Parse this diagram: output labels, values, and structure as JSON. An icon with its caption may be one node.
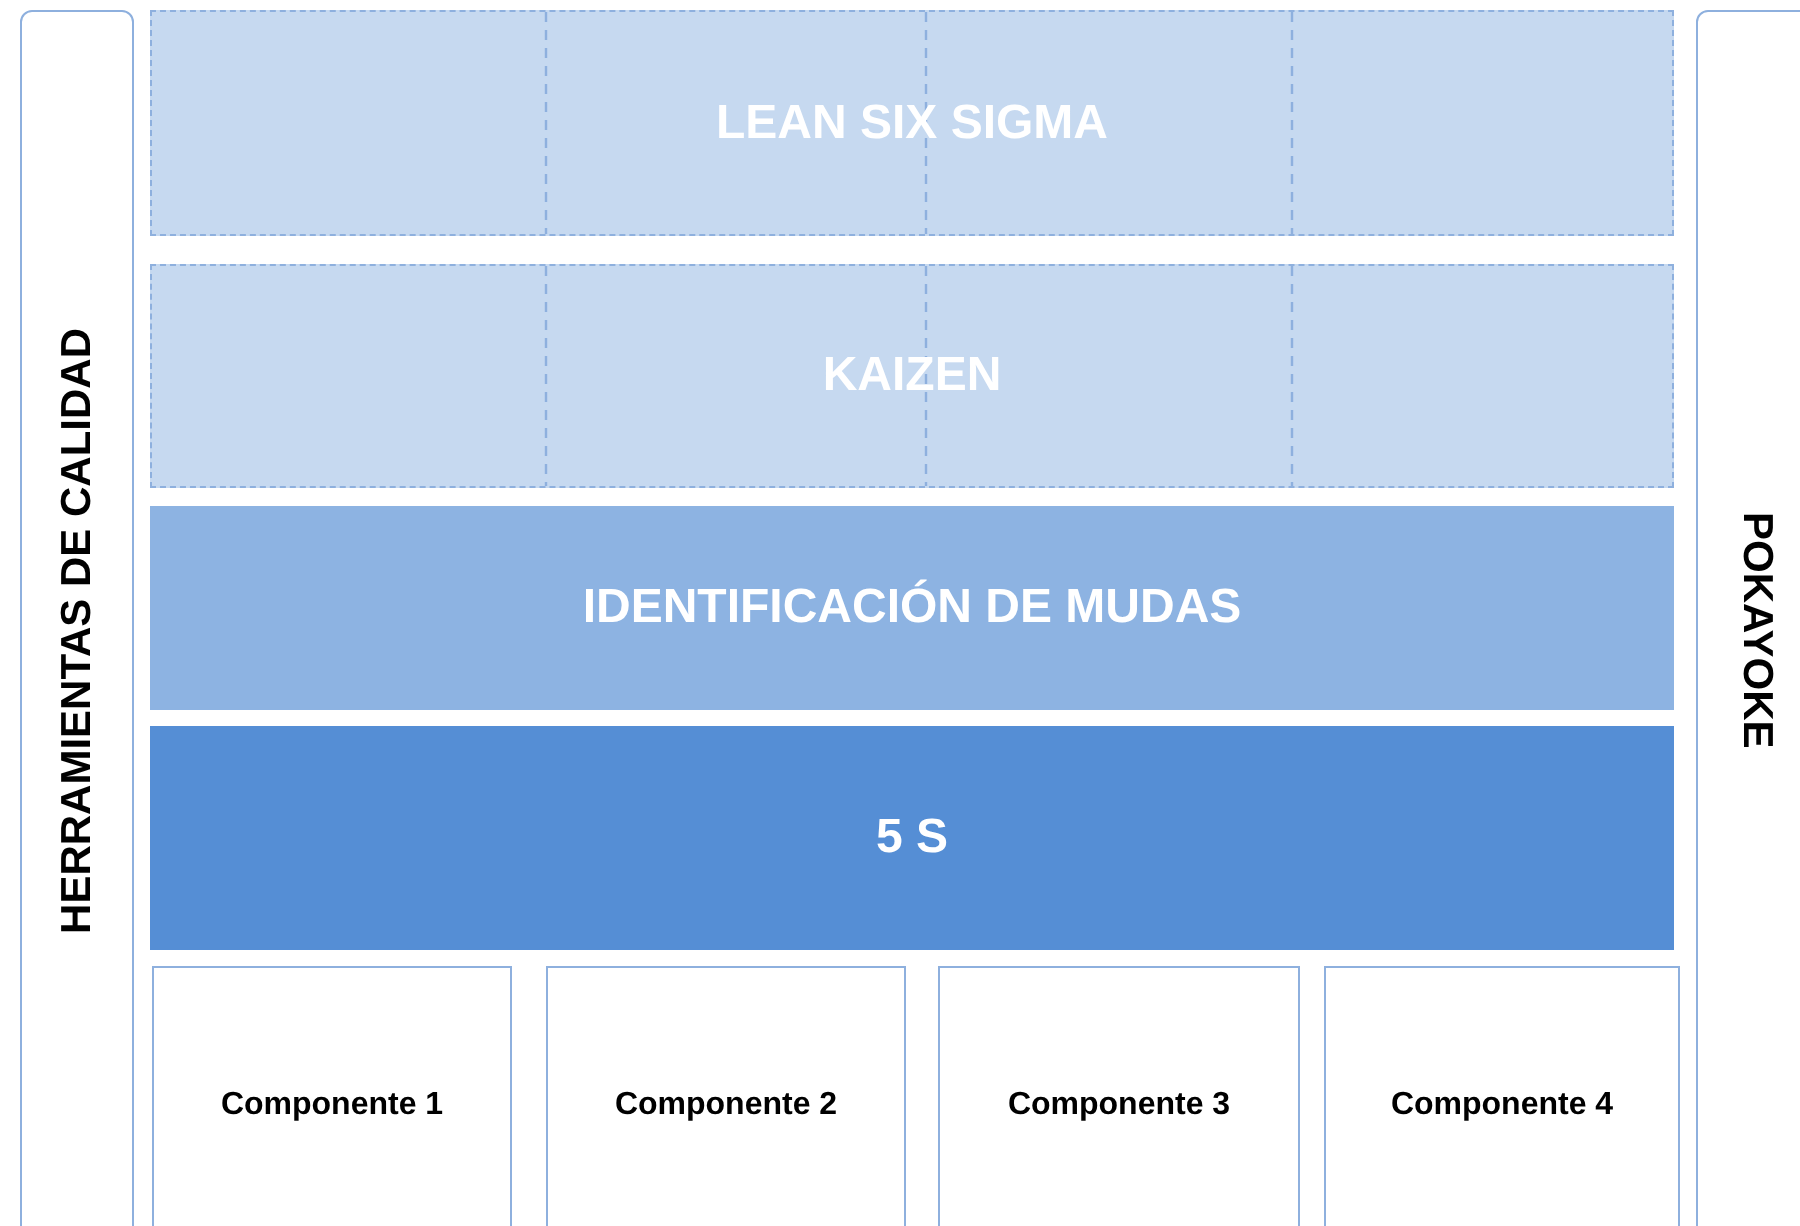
{
  "diagram": {
    "nodes": [
      {
        "text": [
          "HERRAMIENTAS DE CALIDAD"
        ]
      },
      {
        "text": [
          "LEAN SIX SIGMA"
        ]
      },
      {
        "text": [
          "KAIZEN"
        ]
      },
      {
        "text": [
          "IDENTIFICACIÓN DE MUDAS"
        ]
      },
      {
        "text": [
          "5 S"
        ]
      },
      {
        "text": [
          "Componente 1"
        ]
      },
      {
        "text": [
          "Componente 2"
        ]
      },
      {
        "text": [
          "Componente 3"
        ]
      },
      {
        "text": [
          "Componente 4"
        ]
      },
      {
        "text": [
          "POKAYOKE"
        ]
      }
    ]
  }
}
